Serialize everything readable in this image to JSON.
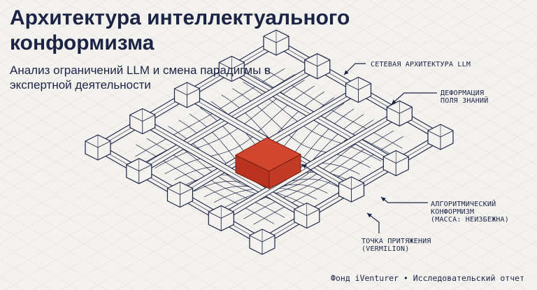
{
  "title": "Архитектура интеллектуального конформизма",
  "subtitle": "Анализ ограничений LLM и смена парадигмы в экспертной деятельности",
  "labels": {
    "network": "СЕТЕВАЯ АРХИТЕКТУРА LLM",
    "deformation": "ДЕФОРМАЦИЯ\nПОЛЯ ЗНАНИЙ",
    "conformism": "АЛГОРИТМИЧЕСКИЙ\nКОНФОРМИЗМ\n(МАССА: НЕИЗБЕЖНА)",
    "attraction": "ТОЧКА ПРИТЯЖЕНИЯ\n(VERMILION)"
  },
  "footer": "Фонд iVenturer • Исследовательский отчет",
  "colors": {
    "ink": "#1c2446",
    "vermilion": "#d2452f",
    "background": "#f3f2ee"
  }
}
